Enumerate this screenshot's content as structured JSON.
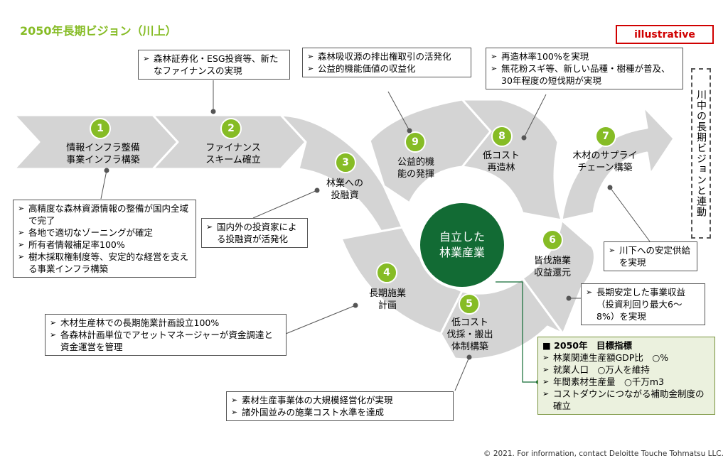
{
  "title": "2050年長期ビジョン（川上）",
  "badge": "illustrative",
  "vertical_label": "川中の長期ビジョンと連動",
  "center_label": "自立した\n林業産業",
  "copyright": "© 2021. For information, contact Deloitte Touche Tohmatsu LLC.",
  "steps": [
    {
      "num": "1",
      "label": "情報インフラ整備\n事業インフラ構築"
    },
    {
      "num": "2",
      "label": "ファイナンス\nスキーム確立"
    },
    {
      "num": "3",
      "label": "林業への\n投融資"
    },
    {
      "num": "4",
      "label": "長期施業\n計画"
    },
    {
      "num": "5",
      "label": "低コスト\n伐採・搬出\n体制構築"
    },
    {
      "num": "6",
      "label": "皆伐施業\n収益還元"
    },
    {
      "num": "7",
      "label": "木材のサプライ\nチェーン構築"
    },
    {
      "num": "8",
      "label": "低コスト\n再造林"
    },
    {
      "num": "9",
      "label": "公益的機\n能の発揮"
    }
  ],
  "notes": {
    "n1": [
      "高精度な森林資源情報の整備が国内全域で完了",
      "各地で適切なゾーニングが確定",
      "所有者情報補足率100%",
      "樹木採取権制度等、安定的な経営を支える事業インフラ構築"
    ],
    "n2": [
      "森林証券化・ESG投資等、新たなファイナンスの実現"
    ],
    "n3": [
      "国内外の投資家による投融資が活発化"
    ],
    "n4": [
      "木材生産林での長期施業計画設立100%",
      "各森林計画単位でアセットマネージャーが資金調達と資金運営を管理"
    ],
    "n5": [
      "素材生産事業体の大規模経営化が実現",
      "諸外国並みの施業コスト水準を達成"
    ],
    "n6": [
      "長期安定した事業収益（投資利回り最大6～8%）を実現"
    ],
    "n7": [
      "川下への安定供給を実現"
    ],
    "n8": [
      "再造林率100%を実現",
      "無花粉スギ等、新しい品種・樹種が普及、30年程度の短伐期が実現"
    ],
    "n9": [
      "森林吸収源の排出権取引の活発化",
      "公益的機能価値の収益化"
    ]
  },
  "targets": {
    "header": "2050年　目標指標",
    "items": [
      "林業関連生産額GDP比　○%",
      "就業人口　○万人を維持",
      "年間素材生産量　○千万m3",
      "コストダウンにつながる補助金制度の確立"
    ]
  },
  "colors": {
    "accent_green": "#86bc25",
    "dark_green": "#126b34",
    "arrow_gray": "#d3d3d3",
    "badge_red": "#d00000"
  }
}
